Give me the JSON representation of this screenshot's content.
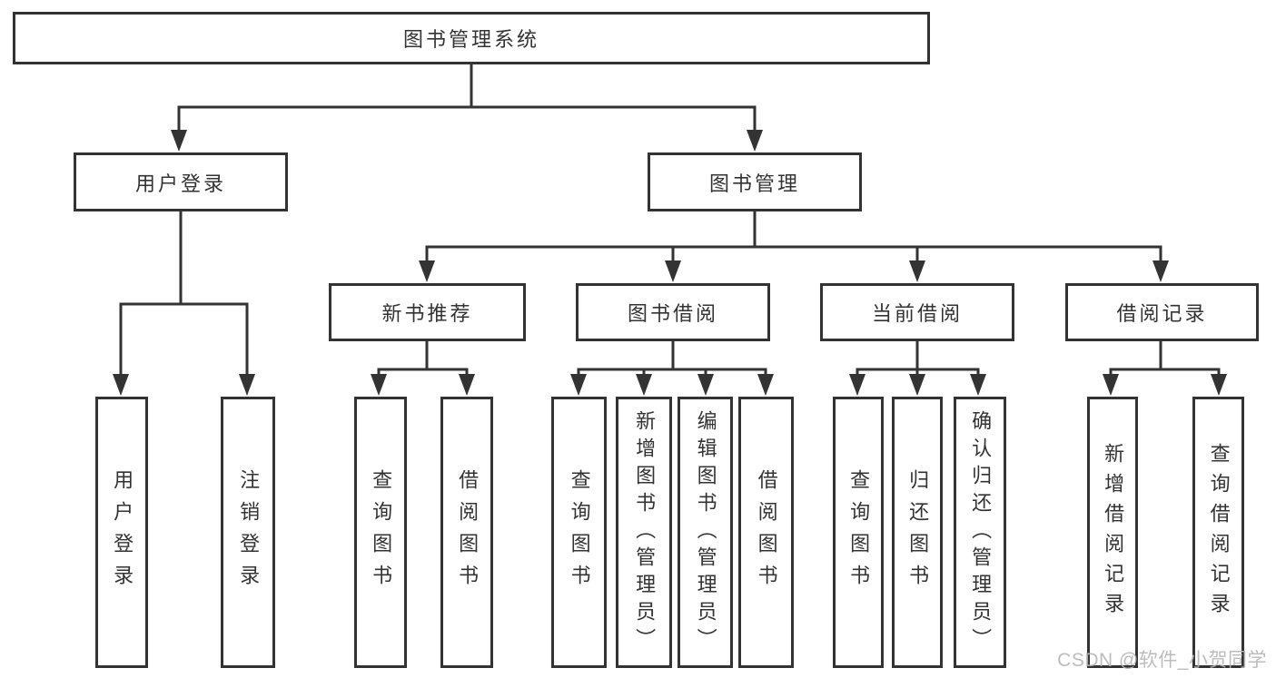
{
  "tree": {
    "label": "图书管理系统",
    "children": [
      {
        "label": "用户登录",
        "children": [
          {
            "label": "用户登录"
          },
          {
            "label": "注销登录"
          }
        ]
      },
      {
        "label": "图书管理",
        "children": [
          {
            "label": "新书推荐",
            "children": [
              {
                "label": "查询图书"
              },
              {
                "label": "借阅图书"
              }
            ]
          },
          {
            "label": "图书借阅",
            "children": [
              {
                "label": "查询图书"
              },
              {
                "label": "新增图书（管理员）"
              },
              {
                "label": "编辑图书（管理员）"
              },
              {
                "label": "借阅图书"
              }
            ]
          },
          {
            "label": "当前借阅",
            "children": [
              {
                "label": "查询图书"
              },
              {
                "label": "归还图书"
              },
              {
                "label": "确认归还（管理员）"
              }
            ]
          },
          {
            "label": "借阅记录",
            "children": [
              {
                "label": "新增借阅记录"
              },
              {
                "label": "查询借阅记录"
              }
            ]
          }
        ]
      }
    ]
  },
  "watermark": {
    "text": "CSDN @软件_小贺同学"
  },
  "colors": {
    "line": "#333333",
    "text": "#333333",
    "box_background": "#ffffff",
    "watermark": "#b5b5b5"
  }
}
